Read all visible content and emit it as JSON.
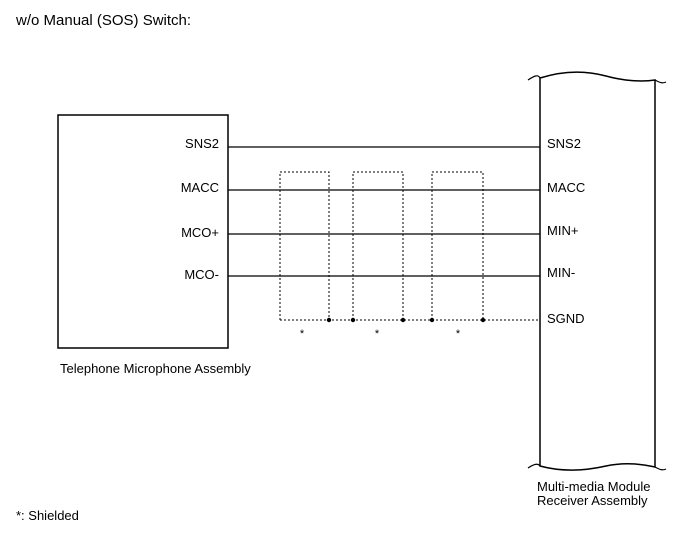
{
  "title": "w/o Manual (SOS) Switch:",
  "left_component": {
    "name": "Telephone Microphone Assembly",
    "pins": [
      "SNS2",
      "MACC",
      "MCO+",
      "MCO-"
    ]
  },
  "right_component": {
    "name_line1": "Multi-media Module",
    "name_line2": "Receiver Assembly",
    "pins": [
      "SNS2",
      "MACC",
      "MIN+",
      "MIN-",
      "SGND"
    ]
  },
  "shield_mark": "*",
  "footnote": "*: Shielded"
}
